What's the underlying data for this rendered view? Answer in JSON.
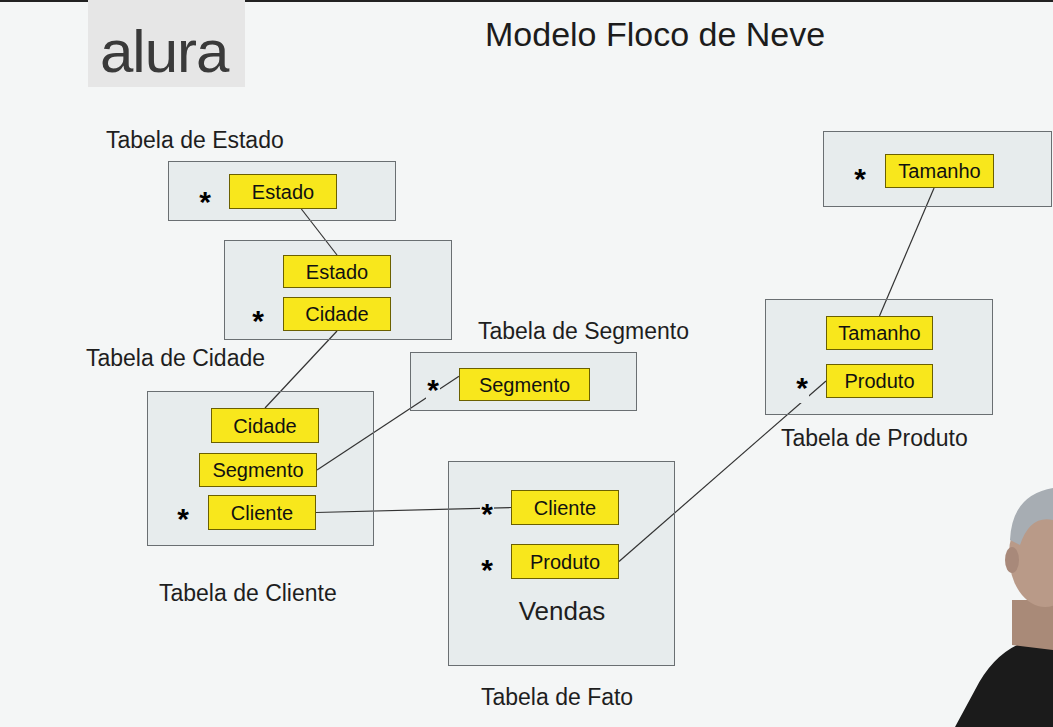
{
  "diagram": {
    "title": "Modelo Floco de Neve",
    "nodes": [
      {
        "text": [
          "Tabela de Estado"
        ]
      },
      {
        "text": [
          "Estado"
        ],
        "in": 0
      },
      {
        "text": []
      },
      {
        "text": [
          "Tamanho"
        ],
        "in": 2
      },
      {
        "text": [
          "Tabela de Cidade"
        ]
      },
      {
        "text": [
          "Estado"
        ],
        "in": 4
      },
      {
        "text": [
          "Cidade"
        ],
        "in": 4
      },
      {
        "text": [
          "Tabela de Segmento"
        ]
      },
      {
        "text": [
          "Segmento"
        ],
        "in": 7
      },
      {
        "text": [
          "Tabela de Produto"
        ]
      },
      {
        "text": [
          "Tamanho"
        ],
        "in": 9
      },
      {
        "text": [
          "Produto"
        ],
        "in": 9
      },
      {
        "text": [
          "Tabela de Cliente"
        ]
      },
      {
        "text": [
          "Cidade"
        ],
        "in": 12
      },
      {
        "text": [
          "Segmento"
        ],
        "in": 12
      },
      {
        "text": [
          "Cliente"
        ],
        "in": 12
      },
      {
        "text": [
          "Vendas",
          "Tabela de Fato"
        ]
      },
      {
        "text": [
          "Cliente"
        ],
        "in": 16
      },
      {
        "text": [
          "Produto"
        ],
        "in": 16
      }
    ],
    "edges": [
      {
        "from": 1,
        "to": 5,
        "arrow": "none"
      },
      {
        "from": 6,
        "to": 13,
        "arrow": "none"
      },
      {
        "from": 8,
        "to": 14,
        "arrow": "none"
      },
      {
        "from": 15,
        "to": 17,
        "arrow": "none"
      },
      {
        "from": 18,
        "to": 11,
        "arrow": "none"
      },
      {
        "from": 3,
        "to": 10,
        "arrow": "none"
      }
    ],
    "labels": [
      "alura",
      "*",
      "*",
      "*",
      "*",
      "*",
      "*",
      "*",
      "*"
    ]
  }
}
